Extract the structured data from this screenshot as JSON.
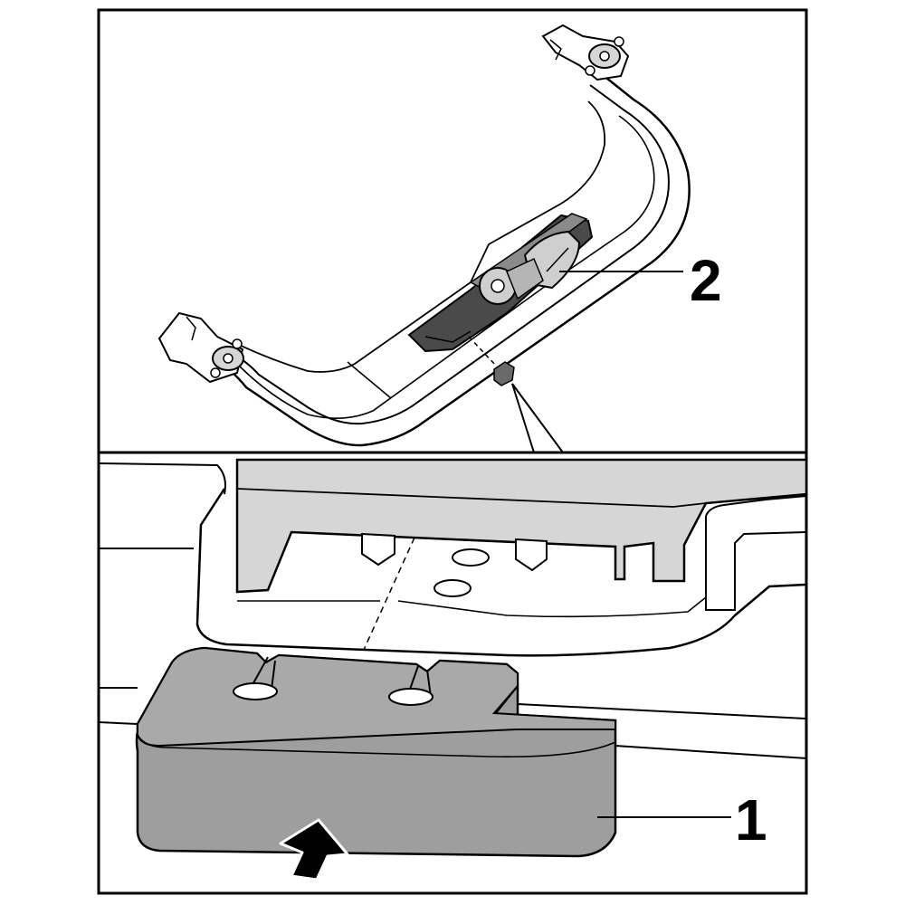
{
  "callouts": [
    {
      "number": "2",
      "part": "motor-unit"
    },
    {
      "number": "1",
      "part": "foam-block"
    }
  ],
  "colors": {
    "stroke": "#000000",
    "background": "#ffffff",
    "foam_block": "#9e9e9e",
    "foam_top": "#a9a9a9",
    "rail_bracket": "#d6d6d6",
    "motor_dark": "#4a4a4a",
    "motor_light": "#cfcfcf"
  },
  "icons": [
    "push-arrow-icon",
    "dashed-alignment-line"
  ]
}
